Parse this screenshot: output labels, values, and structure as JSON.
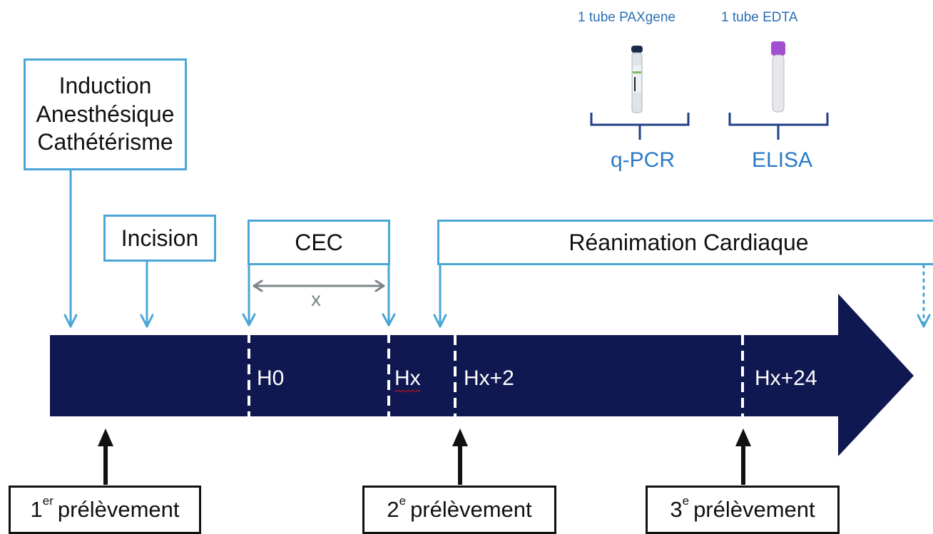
{
  "boxes": {
    "induction": [
      "Induction",
      "Anesthésique",
      "Cathétérisme"
    ],
    "incision": "Incision",
    "cec": "CEC",
    "reanimation": "Réanimation Cardiaque"
  },
  "cec_duration_label": "x",
  "timeline_ticks": {
    "h0": "H0",
    "hx": "Hx",
    "hx2": "Hx+2",
    "hx24": "Hx+24"
  },
  "samples": {
    "first": {
      "num": "1",
      "sup": "er",
      "text": "prélèvement"
    },
    "second": {
      "num": "2",
      "sup": "e",
      "text": "prélèvement"
    },
    "third": {
      "num": "3",
      "sup": "e",
      "text": "prélèvement"
    }
  },
  "tubes": {
    "paxgene": {
      "label": "1 tube PAXgene",
      "assay": "q-PCR"
    },
    "edta": {
      "label": "1 tube EDTA",
      "assay": "ELISA"
    }
  },
  "colors": {
    "timeline": "#101851",
    "box_border": "#4aa6d6",
    "assay_text": "#2b7bc6",
    "bracket": "#1f3f86",
    "edta_cap": "#a24fd1",
    "pax_cap": "#1c2a4a"
  }
}
